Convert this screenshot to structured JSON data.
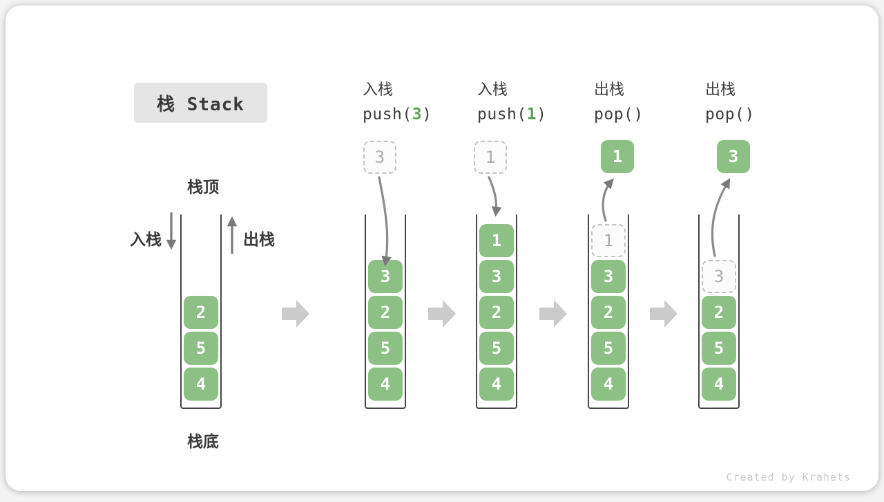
{
  "title": "栈 Stack",
  "side_labels": {
    "stack_top": "栈顶",
    "stack_bottom": "栈底",
    "push_side": "入栈",
    "pop_side": "出栈"
  },
  "watermark": "Created by Krahets",
  "colors": {
    "block_green": "#8CC084",
    "code_arg_green": "#56A351",
    "thin_arrow_gray": "#8A8A8A",
    "fat_arrow_gray": "#CBCBCB",
    "text_dark": "#3C3C3C",
    "ghost_border": "#C4C4C4",
    "ghost_text": "#ACACAC",
    "title_bg": "#E5E5E5"
  },
  "stages": [
    {
      "name": "initial",
      "header": null,
      "floating": null,
      "cells": [
        {
          "v": "4"
        },
        {
          "v": "5"
        },
        {
          "v": "2"
        }
      ]
    },
    {
      "name": "push-3",
      "header": {
        "op": "入栈",
        "code_pre": "push(",
        "arg": "3",
        "code_post": ")"
      },
      "floating": {
        "v": "3",
        "variant": "dashed"
      },
      "cells": [
        {
          "v": "4"
        },
        {
          "v": "5"
        },
        {
          "v": "2"
        },
        {
          "v": "3"
        }
      ]
    },
    {
      "name": "push-1",
      "header": {
        "op": "入栈",
        "code_pre": "push(",
        "arg": "1",
        "code_post": ")"
      },
      "floating": {
        "v": "1",
        "variant": "dashed"
      },
      "cells": [
        {
          "v": "4"
        },
        {
          "v": "5"
        },
        {
          "v": "2"
        },
        {
          "v": "3"
        },
        {
          "v": "1"
        }
      ]
    },
    {
      "name": "pop-1",
      "header": {
        "op": "出栈",
        "code_pre": "pop(",
        "arg": "",
        "code_post": ")"
      },
      "floating": {
        "v": "1",
        "variant": "solid"
      },
      "cells": [
        {
          "v": "4"
        },
        {
          "v": "5"
        },
        {
          "v": "2"
        },
        {
          "v": "3"
        },
        {
          "v": "1",
          "ghost": true
        }
      ]
    },
    {
      "name": "pop-3",
      "header": {
        "op": "出栈",
        "code_pre": "pop(",
        "arg": "",
        "code_post": ")"
      },
      "floating": {
        "v": "3",
        "variant": "solid"
      },
      "cells": [
        {
          "v": "4"
        },
        {
          "v": "5"
        },
        {
          "v": "2"
        },
        {
          "v": "3",
          "ghost": true
        }
      ]
    }
  ]
}
